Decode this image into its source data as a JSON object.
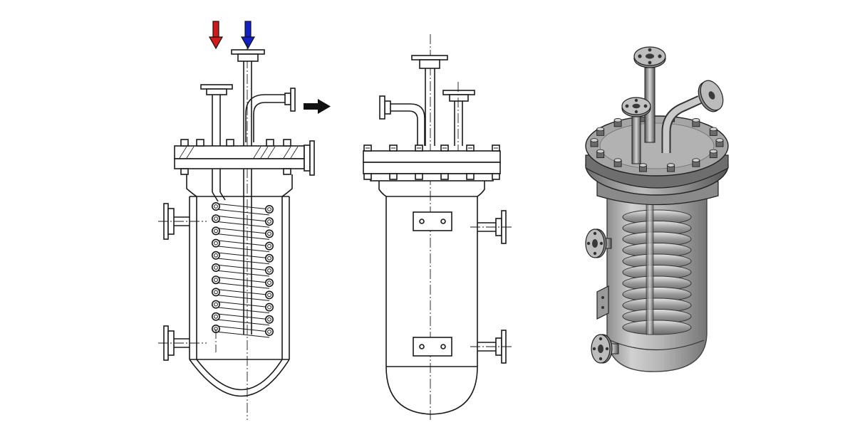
{
  "views": [
    {
      "name": "section-view"
    },
    {
      "name": "side-view"
    },
    {
      "name": "isometric-view"
    }
  ],
  "flow_arrows": {
    "hot_inlet_color": "#d11a1a",
    "cold_inlet_color": "#1420c8",
    "outlet_color": "#111111"
  },
  "coil_turns": 11,
  "flange_bolts_per_side": 6
}
